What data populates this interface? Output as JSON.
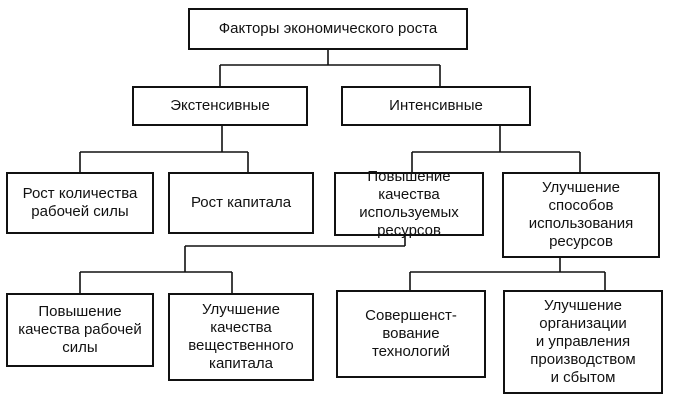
{
  "diagram": {
    "root": "Факторы экономического роста",
    "extensive": "Экстенсивные",
    "intensive": "Интенсивные",
    "labor_growth": "Рост количества\nрабочей силы",
    "capital_growth": "Рост капитала",
    "resource_quality": "Повышение\nкачества\nиспользуемых\nресурсов",
    "resource_usage": "Улучшение\nспособов\nиспользования\nресурсов",
    "labor_quality": "Повышение\nкачества рабочей\nсилы",
    "capital_quality": "Улучшение\nкачества\nвещественного\nкапитала",
    "technology": "Совершенст-\nвование\nтехнологий",
    "management": "Улучшение\nорганизации\nи управления\nпроизводством\nи сбытом"
  }
}
